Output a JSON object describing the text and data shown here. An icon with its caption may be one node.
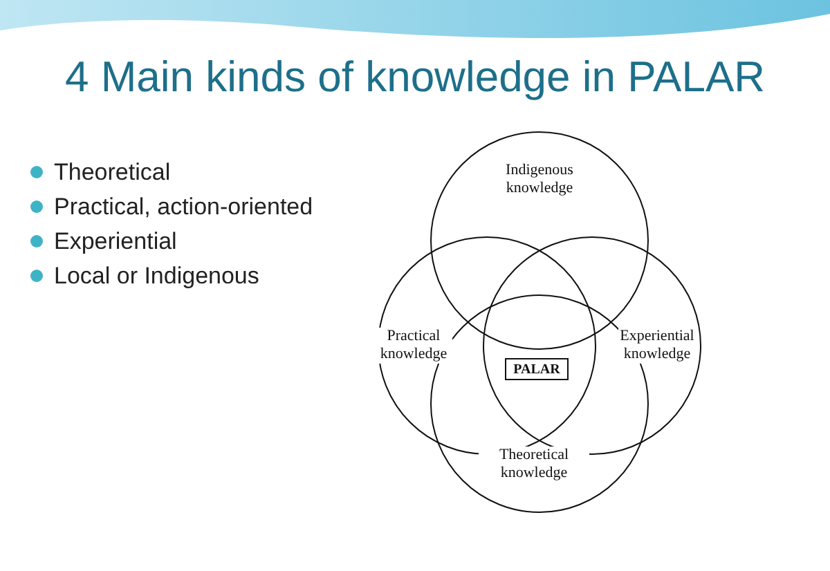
{
  "diagram": {
    "title": "4 Main kinds of knowledge in PALAR",
    "nodes": [
      {
        "text": [
          "Indigenous knowledge"
        ]
      },
      {
        "text": [
          "Practical knowledge"
        ]
      },
      {
        "text": [
          "PALAR"
        ]
      },
      {
        "text": [
          "Experiential knowledge"
        ]
      },
      {
        "text": [
          "Theoretical knowledge"
        ]
      }
    ],
    "edges": [],
    "labels": [
      "Theoretical",
      "Practical, action-oriented",
      "Experiential",
      "Local or Indigenous"
    ]
  }
}
